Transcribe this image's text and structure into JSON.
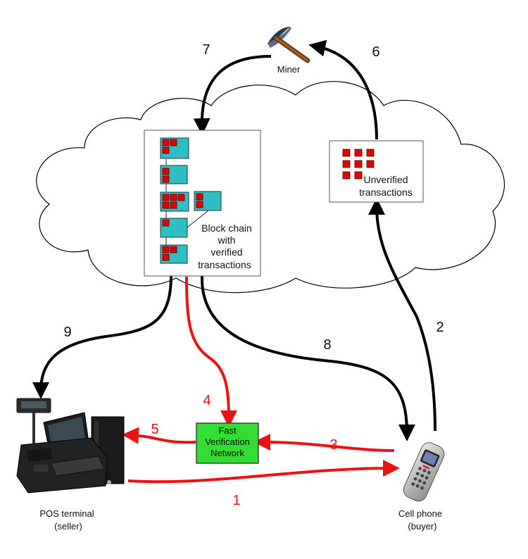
{
  "miner": {
    "label": "Miner"
  },
  "blockchain": {
    "line1": "Block chain",
    "line2": "with",
    "line3": "verified",
    "line4": "transactions"
  },
  "unverified": {
    "line1": "Unverified",
    "line2": "transactions"
  },
  "fvn": {
    "line1": "Fast",
    "line2": "Verification",
    "line3": "Network"
  },
  "pos": {
    "line1": "POS terminal",
    "line2": "(seller)"
  },
  "phone": {
    "line1": "Cell phone",
    "line2": "(buyer)"
  },
  "steps": {
    "s1": "1",
    "s2": "2",
    "s3": "3",
    "s4": "4",
    "s5": "5",
    "s6": "6",
    "s7": "7",
    "s8": "8",
    "s9": "9"
  },
  "colors": {
    "cloud_fill": "#ffffff",
    "block": "#2ebfc4",
    "tx": "#e00000",
    "fvn": "#33dd33",
    "red_arrow": "#ee1111",
    "black_arrow": "#000000"
  }
}
